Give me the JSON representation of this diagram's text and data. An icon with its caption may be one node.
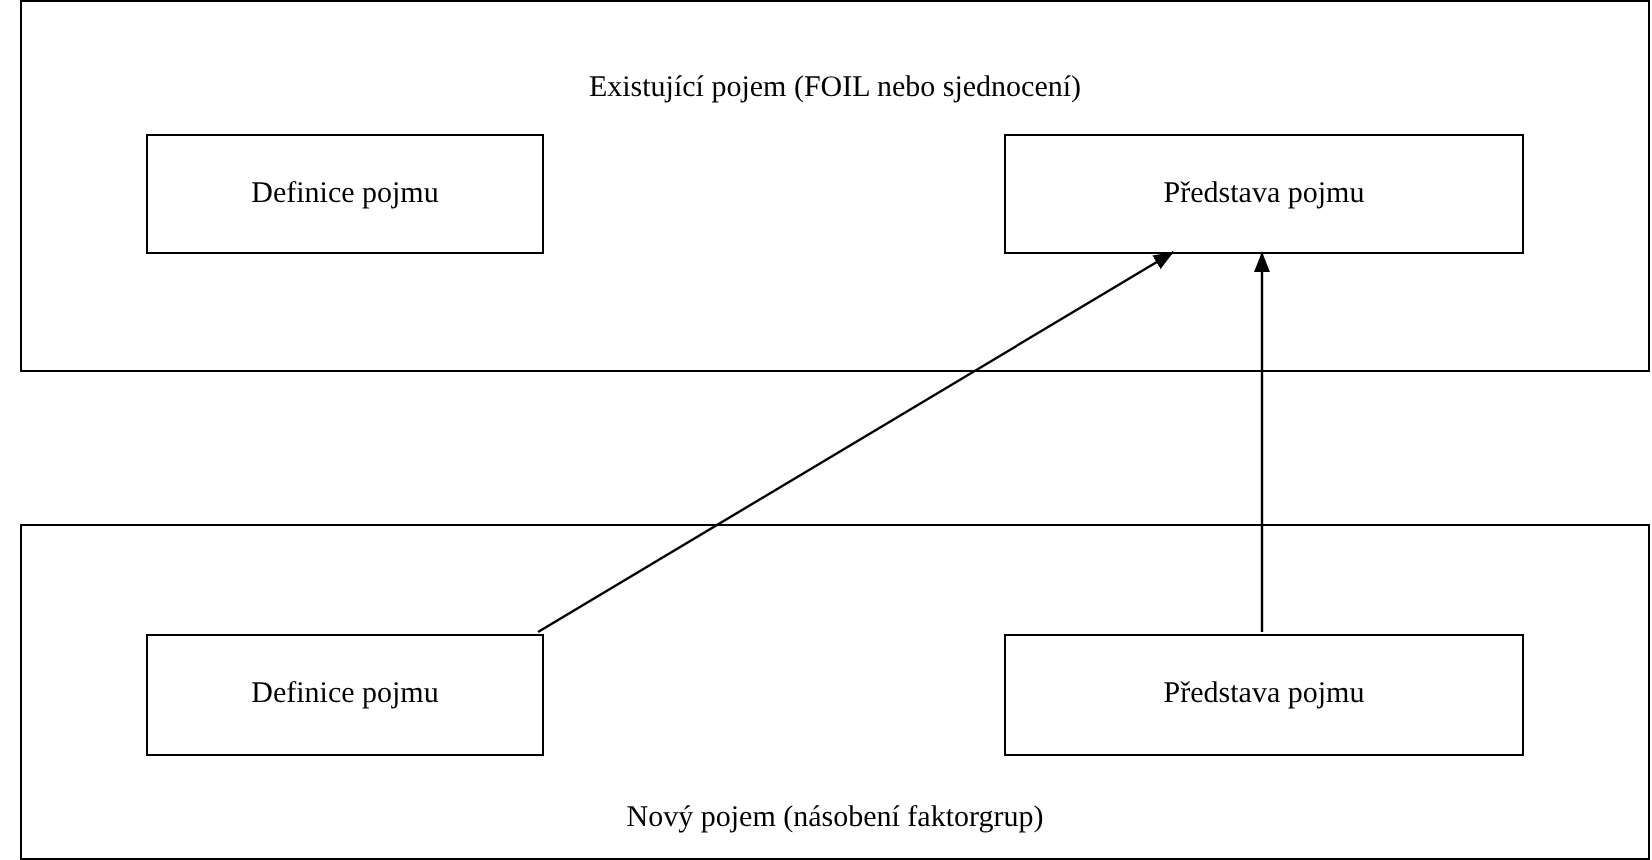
{
  "diagram": {
    "nodes": [
      {
        "text": [
          "Existující pojem (FOIL nebo sjednocení)"
        ]
      },
      {
        "text": [
          "Definice pojmu"
        ],
        "in": 0
      },
      {
        "text": [
          "Představa pojmu"
        ],
        "in": 0
      },
      {
        "text": [
          "Nový pojem (násobení faktorgrup)"
        ]
      },
      {
        "text": [
          "Definice pojmu"
        ],
        "in": 3
      },
      {
        "text": [
          "Představa pojmu"
        ],
        "in": 3
      }
    ],
    "edges": [
      {
        "from": 4,
        "to": 2,
        "arrow": "to"
      },
      {
        "from": 5,
        "to": 2,
        "arrow": "to"
      }
    ]
  }
}
